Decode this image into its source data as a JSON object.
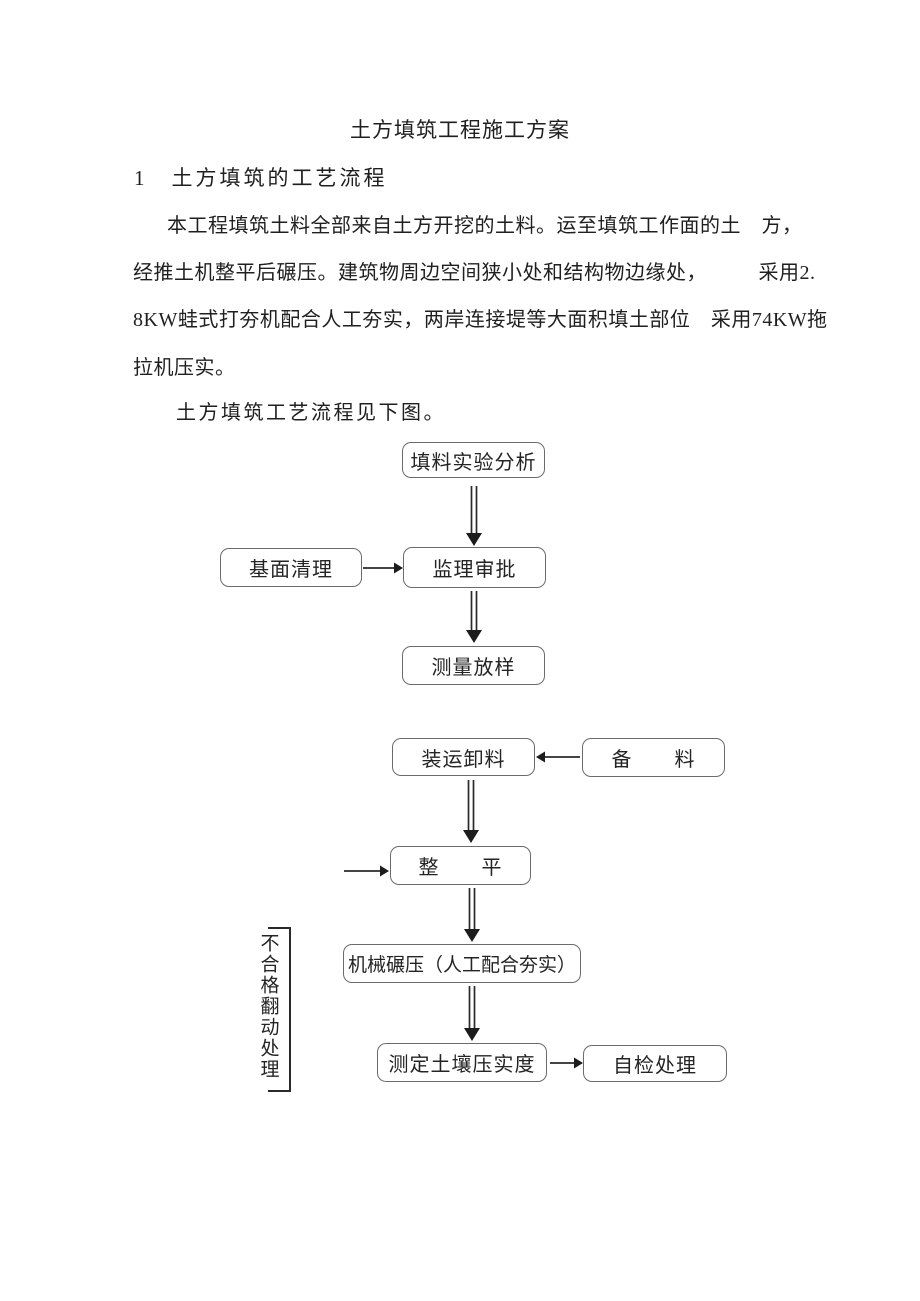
{
  "colors": {
    "background": "#ffffff",
    "ink": "#1f1f1f",
    "box_border": "#6b6b6b",
    "arrow": "#2a2a2a"
  },
  "document": {
    "title": "土方填筑工程施工方案",
    "section_heading": "1　土方填筑的工艺流程",
    "paragraph_lines": [
      "本工程填筑土料全部来自土方开挖的土料。运至填筑工作面的土　方，",
      "经推土机整平后碾压。建筑物周边空间狭小处和结构物边缘处，　　　采用2.",
      "8KW蛙式打夯机配合人工夯实，两岸连接堤等大面积填土部位　采用74KW拖",
      "拉机压实。"
    ],
    "caption": "土方填筑工艺流程见下图。"
  },
  "flowchart": {
    "nodes": {
      "material_test": "填料实验分析",
      "base_cleaning": "基面清理",
      "supervisor_approval": "监理审批",
      "survey_setout": "测量放样",
      "load_haul_unload": "装运卸料",
      "material_prepare": "备　　料",
      "leveling": "整　　平",
      "mechanical_rolling": "机械碾压（人工配合夯实）",
      "compaction_test": "测定土壤压实度",
      "self_inspection": "自检处理",
      "rework_note": "不合格翻动处理"
    },
    "edges": [
      {
        "from": "material_test",
        "to": "supervisor_approval",
        "style": "double-line-arrow"
      },
      {
        "from": "base_cleaning",
        "to": "supervisor_approval",
        "style": "single-arrow"
      },
      {
        "from": "supervisor_approval",
        "to": "survey_setout",
        "style": "double-line-arrow"
      },
      {
        "from": "material_prepare",
        "to": "load_haul_unload",
        "style": "single-arrow"
      },
      {
        "from": "load_haul_unload",
        "to": "leveling",
        "style": "double-line-arrow"
      },
      {
        "from": "rework_note",
        "to": "leveling",
        "style": "single-arrow"
      },
      {
        "from": "leveling",
        "to": "mechanical_rolling",
        "style": "double-line-arrow"
      },
      {
        "from": "mechanical_rolling",
        "to": "compaction_test",
        "style": "double-line-arrow"
      },
      {
        "from": "compaction_test",
        "to": "self_inspection",
        "style": "single-arrow"
      }
    ]
  }
}
